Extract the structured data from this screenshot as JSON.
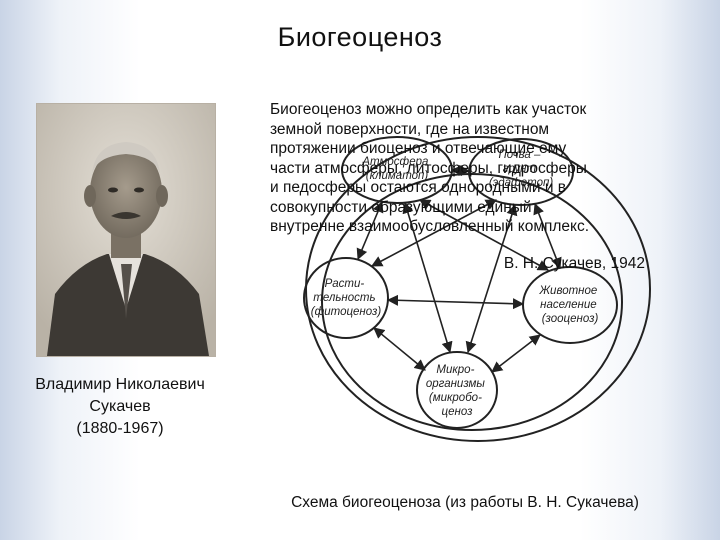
{
  "slide": {
    "title": "Биогеоценоз"
  },
  "person": {
    "caption_lines": [
      "Владимир Николаевич",
      "Сукачев",
      "(1880-1967)"
    ]
  },
  "quote": {
    "text_lines": [
      "Биогеоценоз можно определить как участок",
      "земной поверхности, где на известном",
      "протяжении биоценоз и отвечающие ему",
      "части атмосферы, литосферы, гидросферы",
      "и педосферы остаются однородными и в",
      "совокупности образующими единый",
      "внутренне взаимообусловленный комплекс."
    ],
    "author": "В. Н. Сукачев, 1942"
  },
  "scheme": {
    "caption": "Схема биогеоценоза (из работы В. Н. Сукачева)",
    "nodes": {
      "atmosphere": [
        "Атмосфера",
        "(климатоп)"
      ],
      "soil": [
        "Почва –",
        "грунт",
        "(эдафотоп)"
      ],
      "vegetation": [
        "Расти-",
        "тельность",
        "(фитоценоз)"
      ],
      "animals": [
        "Животное",
        "население",
        "(зооценоз)"
      ],
      "microorganisms": [
        "Микро-",
        "организмы",
        "(микробо-",
        "ценоз"
      ]
    }
  },
  "colors": {
    "line": "#222222",
    "accent_background": "#c9d4e6"
  }
}
